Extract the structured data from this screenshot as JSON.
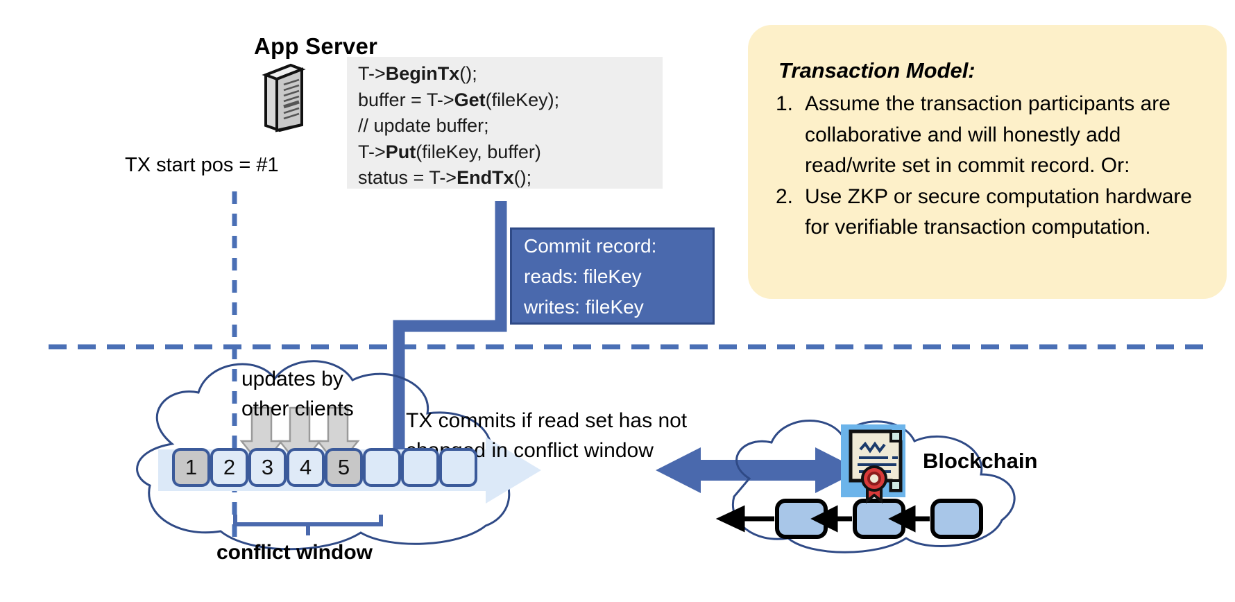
{
  "app_server": {
    "title": "App Server",
    "icon": "server-tower-icon",
    "code_lines": [
      {
        "pre": "T->",
        "bold": "BeginTx",
        "post": "();"
      },
      {
        "pre": "buffer = T->",
        "bold": "Get",
        "post": "(fileKey);"
      },
      {
        "pre": "// update buffer;",
        "bold": "",
        "post": ""
      },
      {
        "pre": "T->",
        "bold": "Put",
        "post": "(fileKey, buffer)"
      },
      {
        "pre": "status = T->",
        "bold": "EndTx",
        "post": "();"
      }
    ]
  },
  "tx_start": {
    "label": "TX start pos = #1"
  },
  "commit_record": {
    "title": "Commit record:",
    "reads": "reads: fileKey",
    "writes": "writes: fileKey"
  },
  "transaction_model": {
    "title": "Transaction Model:",
    "items": [
      {
        "num": "1.",
        "text": "Assume the transaction participants are collaborative and will honestly add read/write set in commit record.  Or:"
      },
      {
        "num": "2.",
        "text": "Use ZKP or secure computation hardware for verifiable transaction computation."
      }
    ]
  },
  "ledger": {
    "updates_label_line1": "updates by",
    "updates_label_line2": "other clients",
    "commits_label_line1": "TX commits if read set has not",
    "commits_label_line2": "changed in conflict window",
    "conflict_window_label": "conflict window",
    "cells": [
      {
        "label": "1",
        "state": "gray"
      },
      {
        "label": "2",
        "state": "light"
      },
      {
        "label": "3",
        "state": "light"
      },
      {
        "label": "4",
        "state": "light"
      },
      {
        "label": "5",
        "state": "gray"
      },
      {
        "label": "",
        "state": "empty"
      },
      {
        "label": "",
        "state": "empty"
      },
      {
        "label": "",
        "state": "empty"
      }
    ]
  },
  "blockchain": {
    "label": "Blockchain",
    "contract_icon": "certificate-seal-icon",
    "blocks": [
      "",
      "",
      ""
    ]
  },
  "colors": {
    "accent_blue": "#4a69ad",
    "dashed_blue": "#4a6fb5",
    "box_border": "#3b5a9a",
    "cell_light": "#dfeaf7",
    "cell_gray": "#c7c7c7",
    "model_bg": "#fdf0c9",
    "code_bg": "#eeeeee",
    "seal_red": "#d83a3a"
  }
}
